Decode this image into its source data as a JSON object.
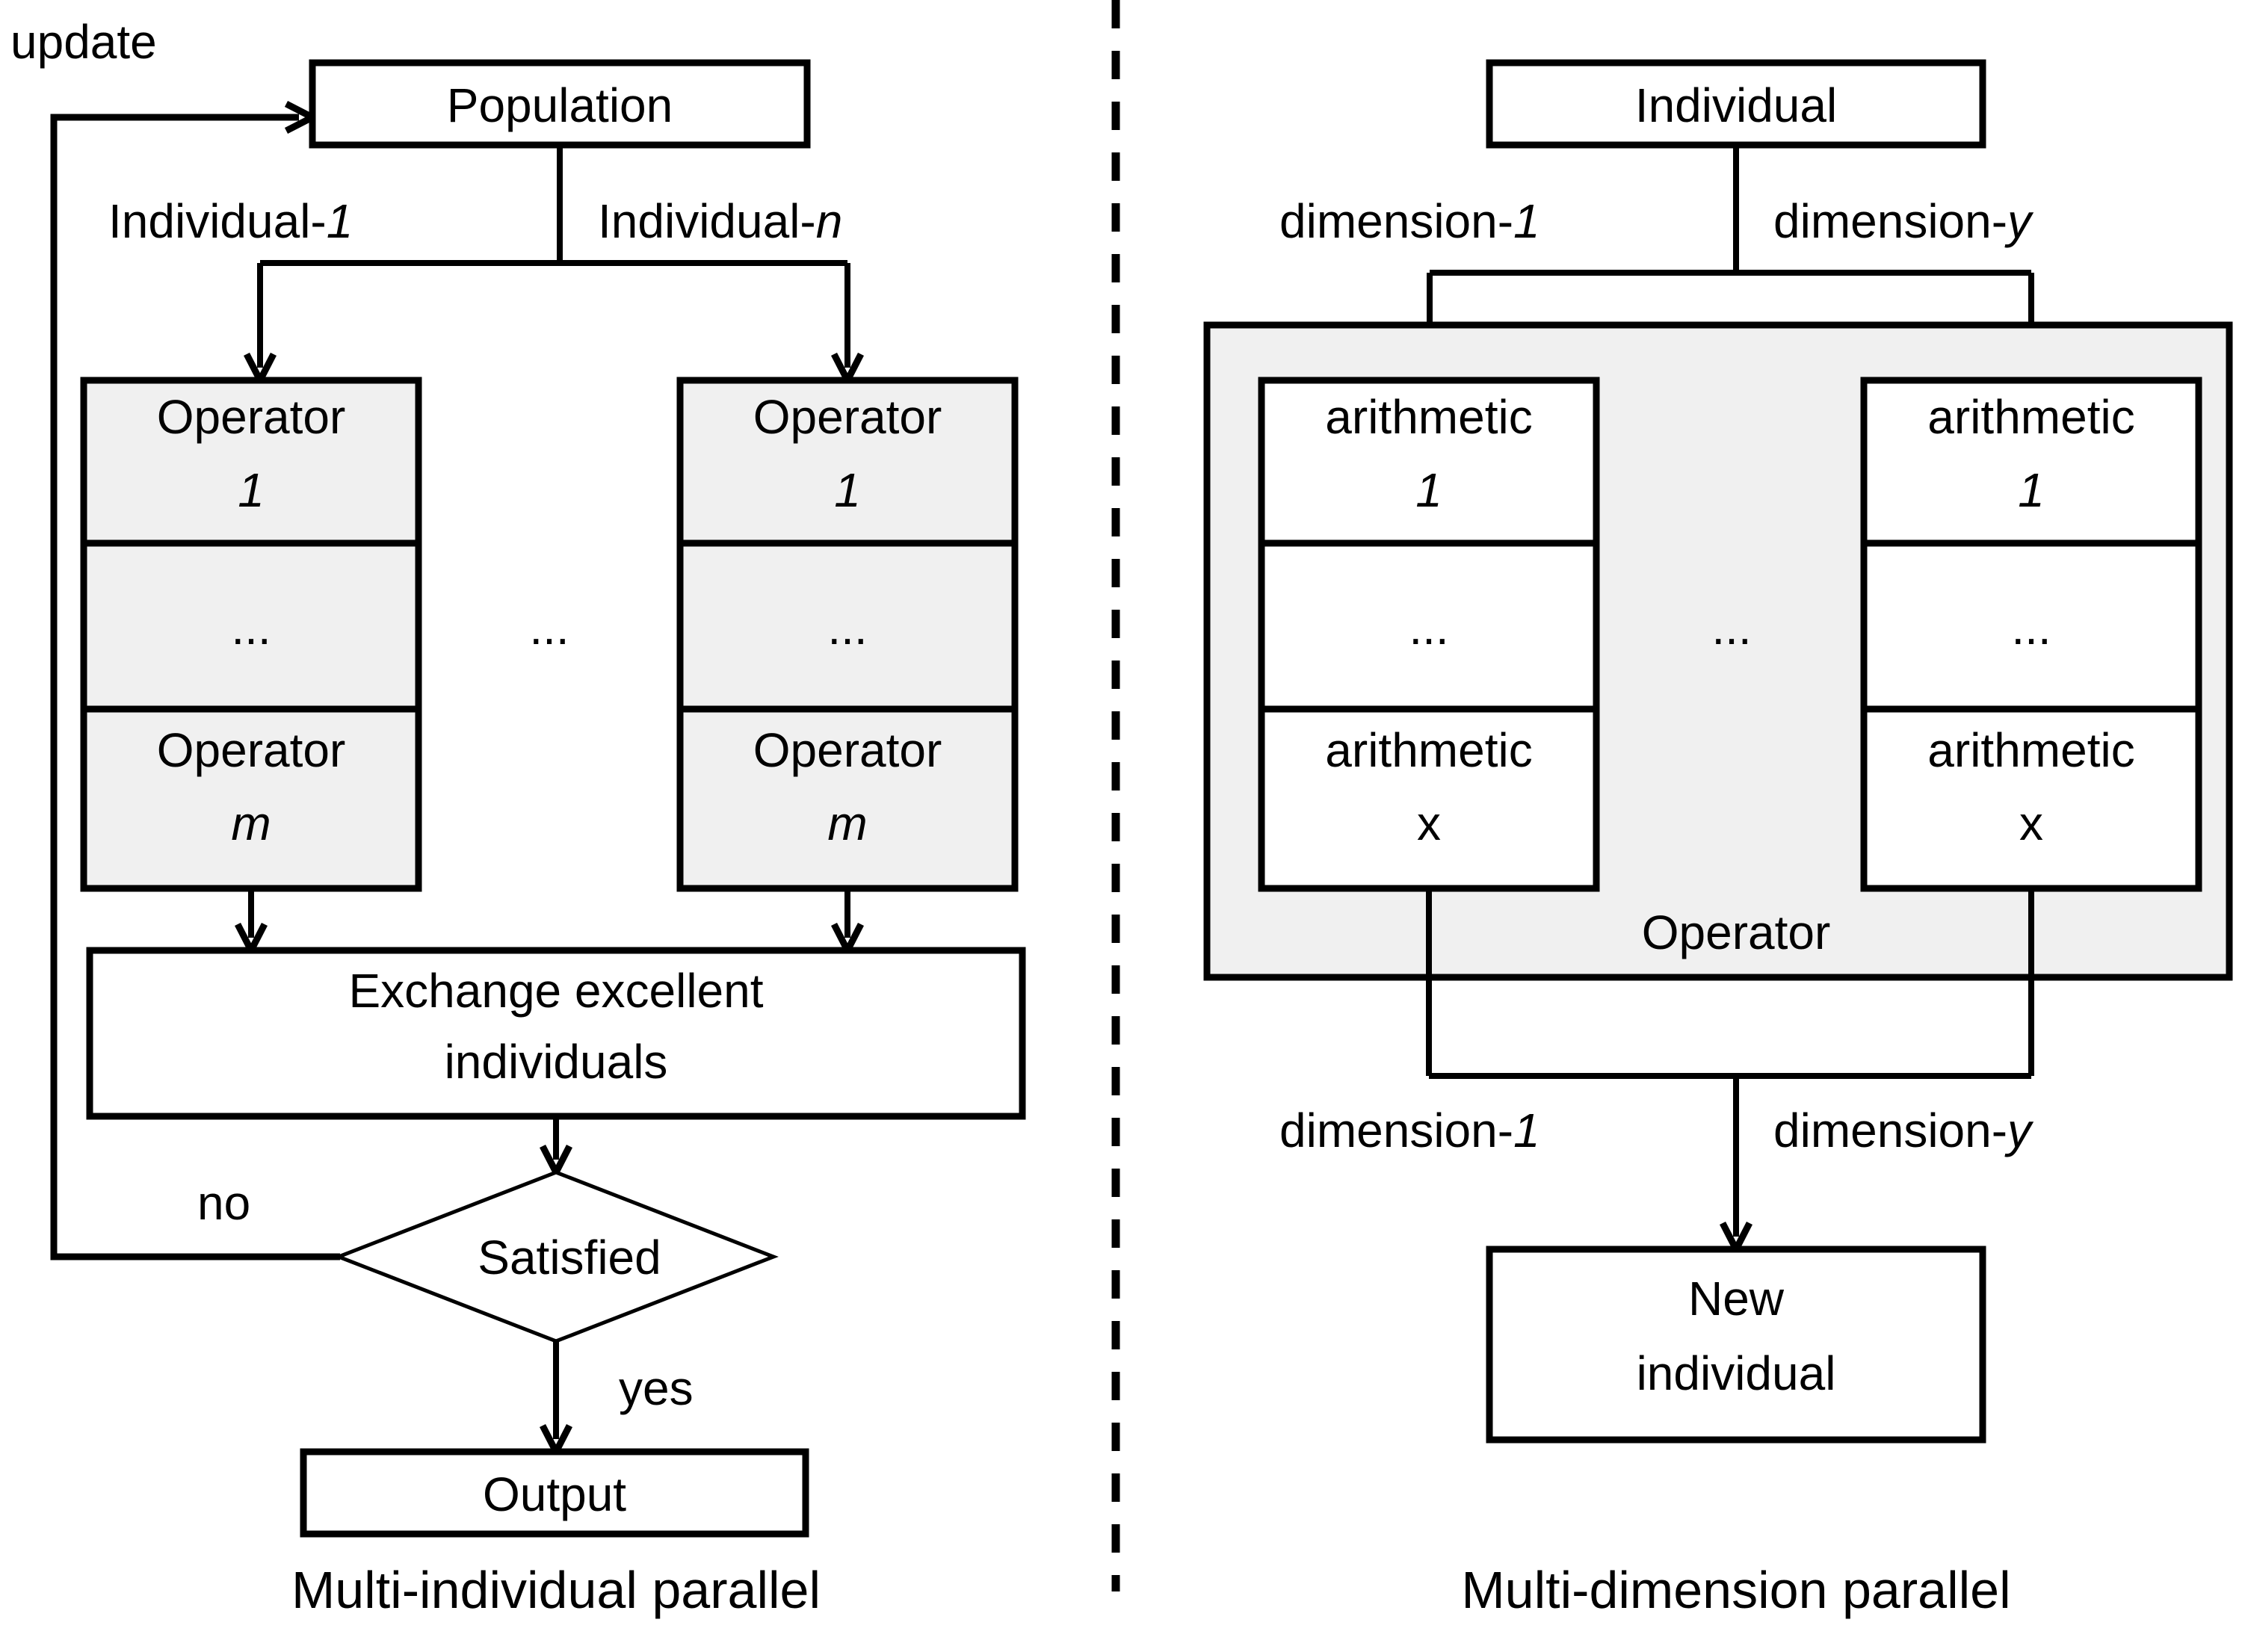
{
  "diagram": {
    "type": "flowchart",
    "panels": [
      {
        "id": "multi-individual",
        "caption": "Multi-individual parallel",
        "nodes": {
          "population": "Population",
          "operator_top_left": "Operator",
          "operator_top_left_index": "1",
          "operator_mid_left": "...",
          "operator_bottom_left": "Operator",
          "operator_bottom_left_index": "m",
          "operator_top_right": "Operator",
          "operator_top_right_index": "1",
          "operator_mid_right": "...",
          "operator_bottom_right": "Operator",
          "operator_bottom_right_index": "m",
          "between_ellipsis": "...",
          "exchange_line1": "Exchange excellent",
          "exchange_line2": "individuals",
          "decision": "Satisfied",
          "output": "Output"
        },
        "edge_labels": {
          "update": "update",
          "individual_first": "Individual-",
          "individual_first_index": "1",
          "individual_last": "Individual-",
          "individual_last_index": "n",
          "no": "no",
          "yes": "yes"
        }
      },
      {
        "id": "multi-dimension",
        "caption": "Multi-dimension parallel",
        "nodes": {
          "individual": "Individual",
          "arith_top_left": "arithmetic",
          "arith_top_left_index": "1",
          "arith_mid_left": "...",
          "arith_bottom_left": "arithmetic",
          "arith_bottom_left_index": "x",
          "arith_top_right": "arithmetic",
          "arith_top_right_index": "1",
          "arith_mid_right": "...",
          "arith_bottom_right": "arithmetic",
          "arith_bottom_right_index": "x",
          "between_ellipsis": "...",
          "operator_group": "Operator",
          "new_individual_line1": "New",
          "new_individual_line2": "individual"
        },
        "edge_labels": {
          "dim_first_top": "dimension-",
          "dim_first_top_index": "1",
          "dim_last_top": "dimension-",
          "dim_last_top_index": "y",
          "dim_first_bottom": "dimension-",
          "dim_first_bottom_index": "1",
          "dim_last_bottom": "dimension-",
          "dim_last_bottom_index": "y"
        }
      }
    ],
    "colors": {
      "stroke": "#000000",
      "fill_white": "#ffffff",
      "fill_gray": "#f0f0f0",
      "text": "#000000"
    }
  }
}
